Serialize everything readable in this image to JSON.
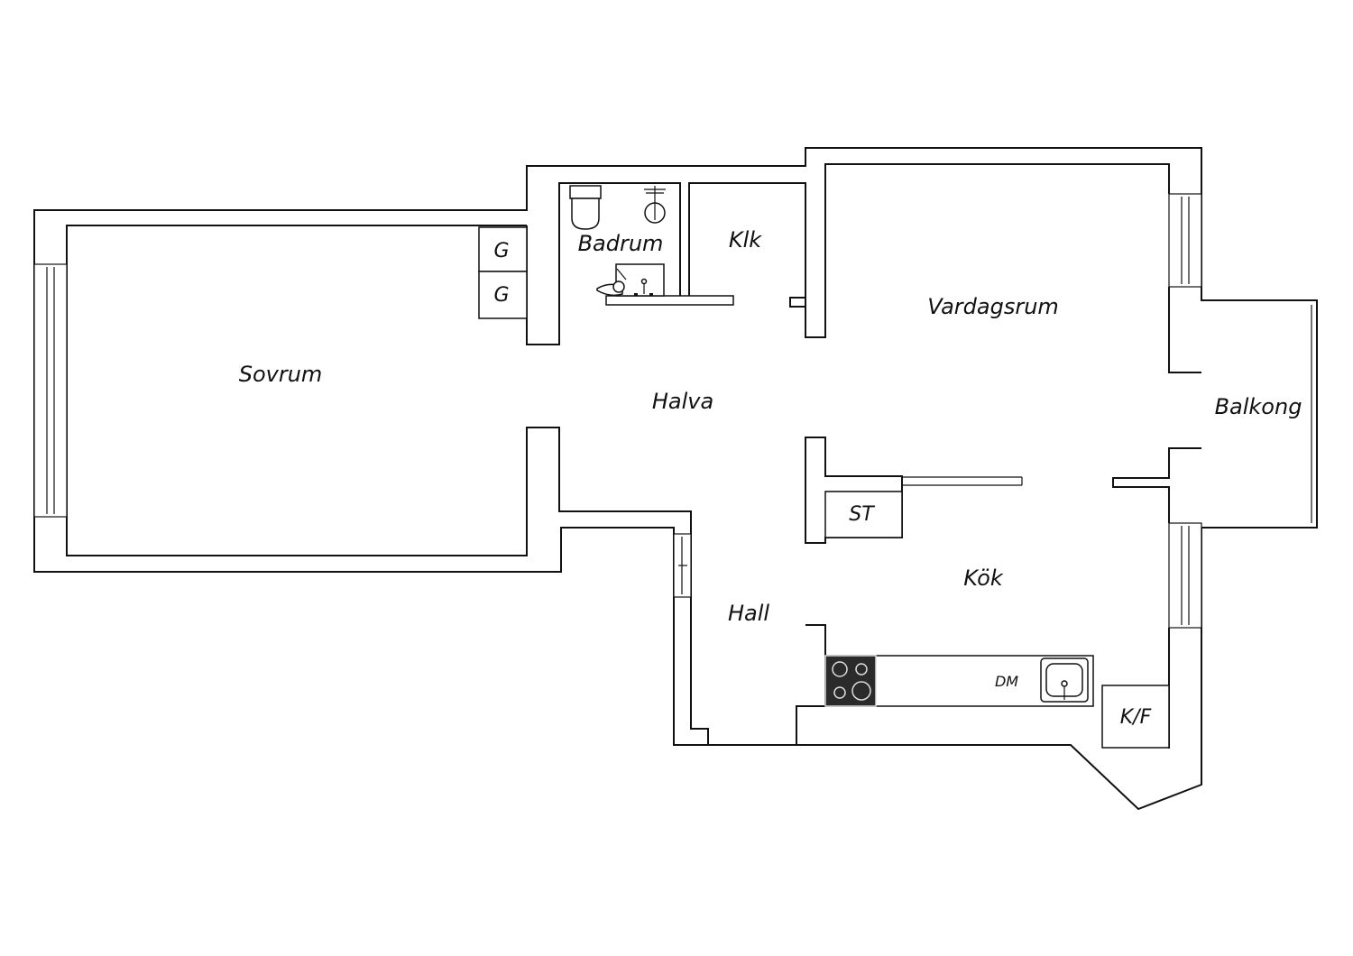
{
  "plan": {
    "rooms": {
      "sovrum": "Sovrum",
      "badrum": "Badrum",
      "klk": "Klk",
      "vardagsrum": "Vardagsrum",
      "halva": "Halva",
      "balkong": "Balkong",
      "hall": "Hall",
      "kok": "Kök"
    },
    "fixtures": {
      "garderob_1": "G",
      "garderob_2": "G",
      "stad": "ST",
      "diskmaskin": "DM",
      "kyl_frys": "K/F"
    },
    "colors": {
      "wall": "#111111",
      "background": "#ffffff",
      "stove": "#2b2b2b"
    }
  }
}
